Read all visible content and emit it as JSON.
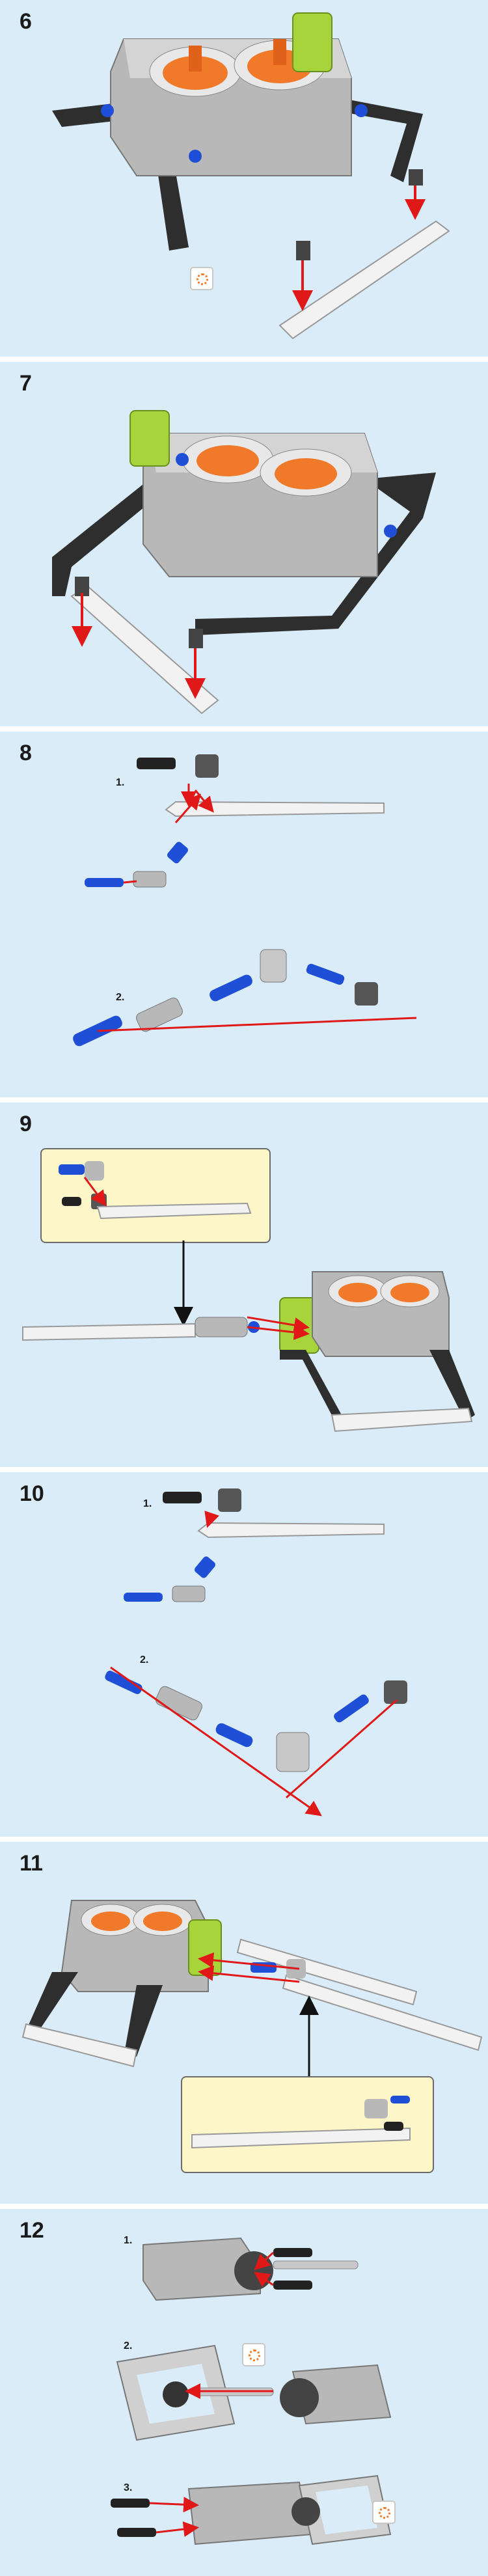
{
  "steps": [
    {
      "number": "6"
    },
    {
      "number": "7"
    },
    {
      "number": "8",
      "sub": [
        "1.",
        "2."
      ]
    },
    {
      "number": "9"
    },
    {
      "number": "10",
      "sub": [
        "1.",
        "2."
      ]
    },
    {
      "number": "11"
    },
    {
      "number": "12",
      "sub": [
        "1.",
        "2.",
        "3."
      ]
    }
  ]
}
